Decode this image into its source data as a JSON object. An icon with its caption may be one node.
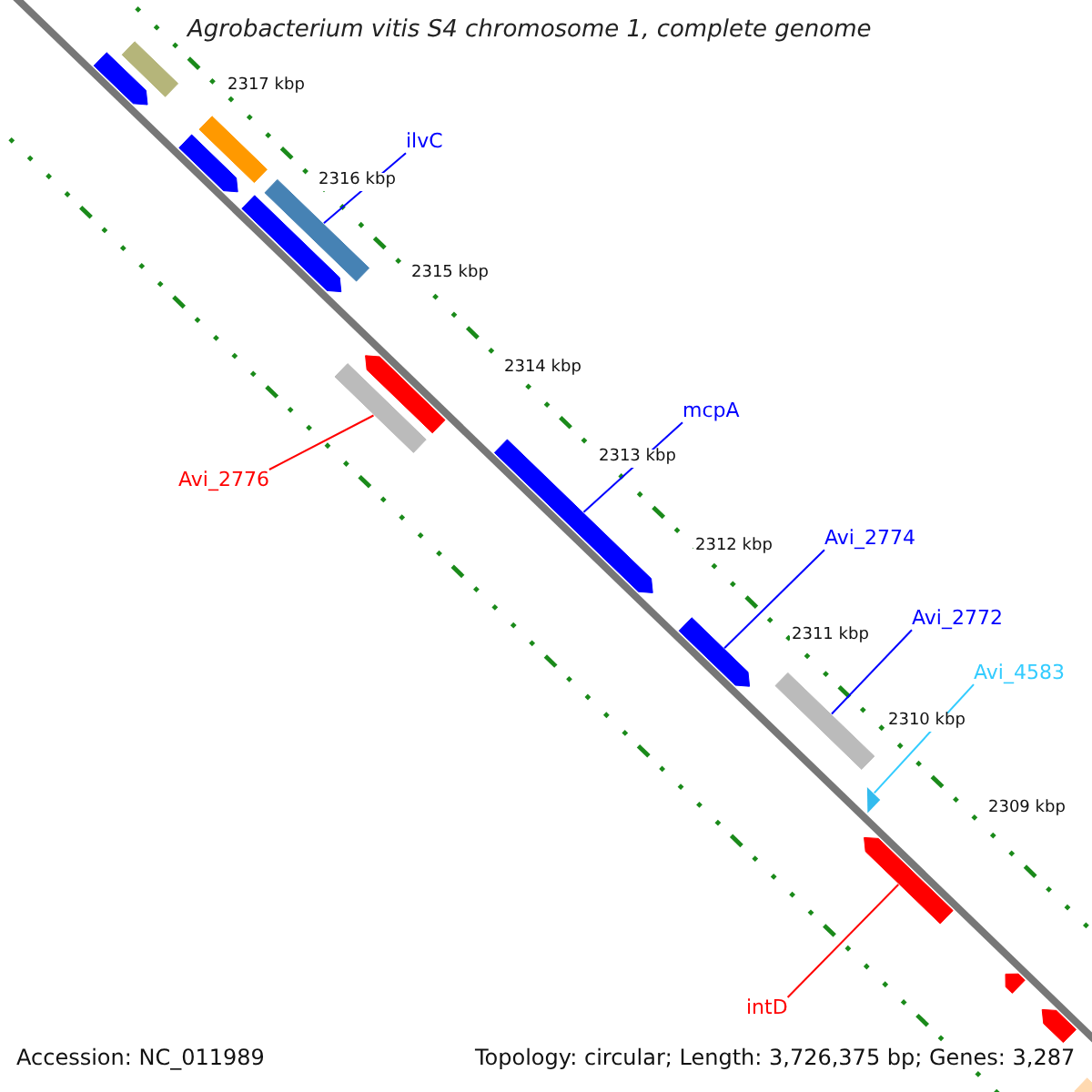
{
  "diagram": {
    "title": "Agrobacterium vitis S4 chromosome 1, complete genome",
    "nodes": [
      {
        "text": [
          "ilvC"
        ]
      },
      {
        "text": [],
        "shape": "bar"
      },
      {
        "text": [
          "Avi_2776"
        ]
      },
      {
        "text": [],
        "shape": "bar"
      },
      {
        "text": [
          "mcpA"
        ]
      },
      {
        "text": [],
        "shape": "bar"
      },
      {
        "text": [
          "Avi_2774"
        ]
      },
      {
        "text": [],
        "shape": "bar"
      },
      {
        "text": [
          "Avi_2772"
        ]
      },
      {
        "text": [],
        "shape": "bar"
      },
      {
        "text": [
          "Avi_4583"
        ]
      },
      {
        "text": [],
        "shape": "triangle"
      },
      {
        "text": [
          "intD"
        ]
      },
      {
        "text": [],
        "shape": "bar"
      },
      {
        "text": [],
        "shape": "bar"
      },
      {
        "text": [],
        "shape": "bar"
      },
      {
        "text": [],
        "shape": "bar"
      },
      {
        "text": [],
        "shape": "bar"
      },
      {
        "text": [],
        "shape": "bar"
      },
      {
        "text": [],
        "shape": "bar"
      },
      {
        "text": [],
        "shape": "bar"
      },
      {
        "text": [],
        "shape": "bar"
      },
      {
        "text": [],
        "shape": "bar"
      }
    ],
    "edges": [
      {
        "from": 0,
        "to": 1,
        "arrow": "none"
      },
      {
        "from": 2,
        "to": 3,
        "arrow": "none",
        "color": "#ff0000"
      },
      {
        "from": 4,
        "to": 5,
        "arrow": "none"
      },
      {
        "from": 6,
        "to": 7,
        "arrow": "none"
      },
      {
        "from": 8,
        "to": 9,
        "arrow": "none"
      },
      {
        "from": 10,
        "to": 11,
        "arrow": "none",
        "color": "#33ccff"
      },
      {
        "from": 12,
        "to": 13,
        "arrow": "none",
        "color": "#ff0000"
      }
    ],
    "labels": [
      "2317 kbp",
      "2316 kbp",
      "2315 kbp",
      "2314 kbp",
      "2313 kbp",
      "2312 kbp",
      "2311 kbp",
      "2310 kbp",
      "2309 kbp",
      "Accession: NC_011989",
      "Topology: circular; Length: 3,726,375 bp; Genes: 3,287"
    ]
  }
}
